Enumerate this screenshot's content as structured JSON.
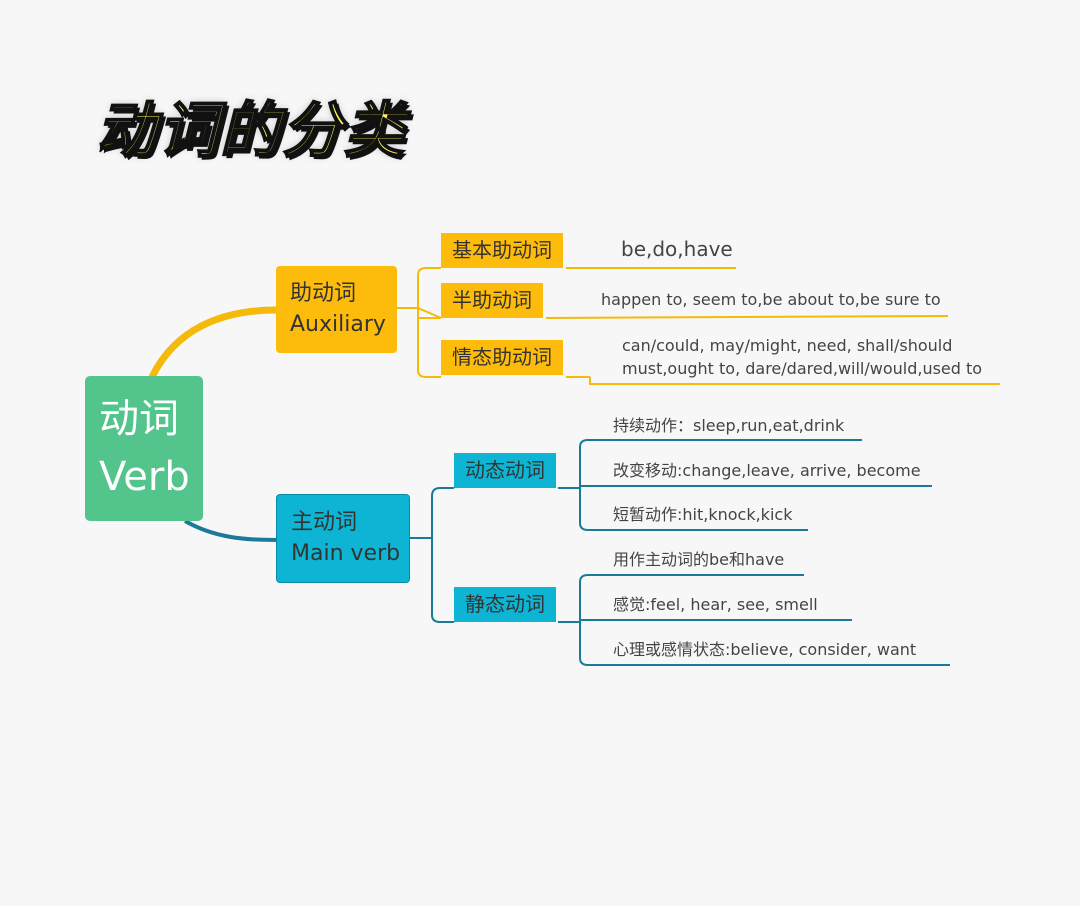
{
  "title": "动词的分类",
  "colors": {
    "root": "#52c48c",
    "auxiliary": "#fdbb0b",
    "main_verb": "#0db4d3",
    "auxiliary_line": "#f5b90a",
    "main_line": "#1a7a98"
  },
  "root": {
    "line1": "动词",
    "line2": "Verb"
  },
  "auxiliary": {
    "line1": "助动词",
    "line2": "Auxiliary",
    "children": [
      {
        "label": "基本助动词",
        "leaves": [
          "be,do,have"
        ]
      },
      {
        "label": "半助动词",
        "leaves": [
          "happen to, seem to,be about to,be sure to"
        ]
      },
      {
        "label": "情态助动词",
        "leaves": [
          "can/could, may/might, need, shall/should",
          "must,ought to, dare/dared,will/would,used to"
        ]
      }
    ]
  },
  "main_verb": {
    "line1": "主动词",
    "line2": "Main verb",
    "children": [
      {
        "label": "动态动词",
        "leaves": [
          "持续动作：sleep,run,eat,drink",
          "改变移动:change,leave, arrive, become",
          "短暂动作:hit,knock,kick"
        ]
      },
      {
        "label": "静态动词",
        "leaves": [
          "用作主动词的be和have",
          "感觉:feel, hear, see, smell",
          "心理或感情状态:believe, consider, want"
        ]
      }
    ]
  }
}
